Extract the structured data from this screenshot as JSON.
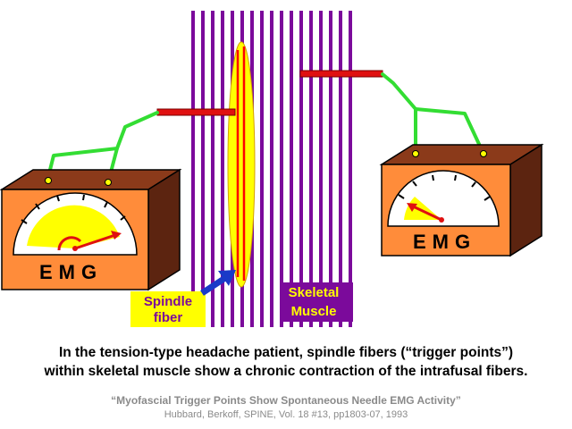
{
  "meters": {
    "left_label": "EMG",
    "right_label": "EMG"
  },
  "labels": {
    "spindle_line1": "Spindle",
    "spindle_line2": "fiber",
    "skeletal_line1": "Skeletal",
    "skeletal_line2": "Muscle"
  },
  "caption": {
    "line1": "In the tension-type headache patient, spindle fibers (“trigger points”)",
    "line2": "within skeletal muscle show a chronic contraction of the intrafusal fibers."
  },
  "citation": {
    "title": "“Myofascial Trigger Points Show Spontaneous Needle EMG Activity”",
    "reference": "Hubbard, Berkoff, SPINE, Vol. 18 #13, pp1803-07, 1993"
  },
  "colors": {
    "muscle_stripe": "#7b0a9b",
    "spindle": "#ffff00",
    "spindle_core": "#ff0000",
    "needle": "#e01010",
    "wire": "#33dd33",
    "meter_front": "#ff8c3a",
    "meter_side": "#8b3a1a",
    "gauge_fill": "#ffff00",
    "pointer": "#e01010",
    "label_bg": "#ffff00",
    "label_text": "#7b0a9b",
    "muscle_tag_bg": "#7b0a9b",
    "muscle_tag_text": "#ffff00",
    "arrow": "#1a3ac8"
  }
}
